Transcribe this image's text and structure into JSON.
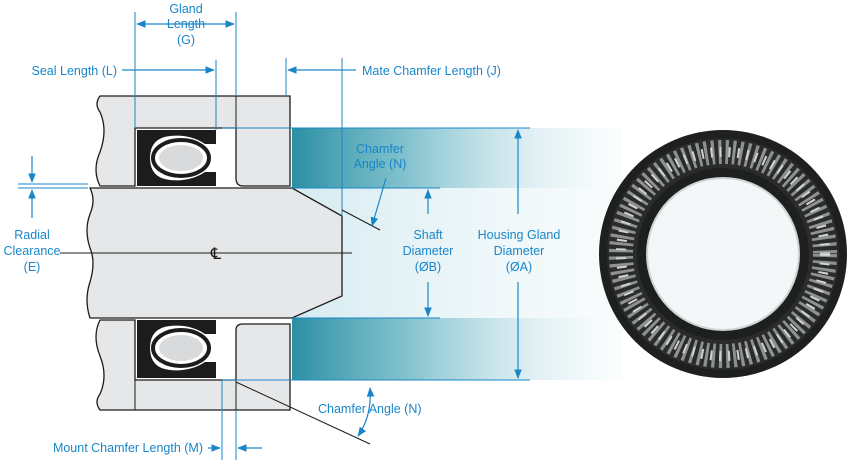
{
  "labels": {
    "gland_length": [
      "Gland",
      "Length",
      "(G)"
    ],
    "seal_length": "Seal Length (L)",
    "mate_chamfer_length": "Mate Chamfer Length (J)",
    "chamfer_angle_top": [
      "Chamfer",
      "Angle (N)"
    ],
    "radial_clearance": [
      "Radial",
      "Clearance",
      "(E)"
    ],
    "shaft_diameter": [
      "Shaft",
      "Diameter",
      "(ØB)"
    ],
    "housing_gland_diameter": [
      "Housing Gland",
      "Diameter",
      "(ØA)"
    ],
    "chamfer_angle_bottom": "Chamfer Angle (N)",
    "mount_chamfer_length": "Mount Chamfer Length (M)",
    "centerline_symbol": "℄"
  },
  "colors": {
    "dimension": "#1a86c8",
    "band_dark": "#2a8fa3",
    "band_light": "#d6ecf1",
    "part_fill": "#e6e7e8",
    "seal_black": "#1c1c1c"
  },
  "icons": [
    "spring-energized-seal-ring-image"
  ]
}
